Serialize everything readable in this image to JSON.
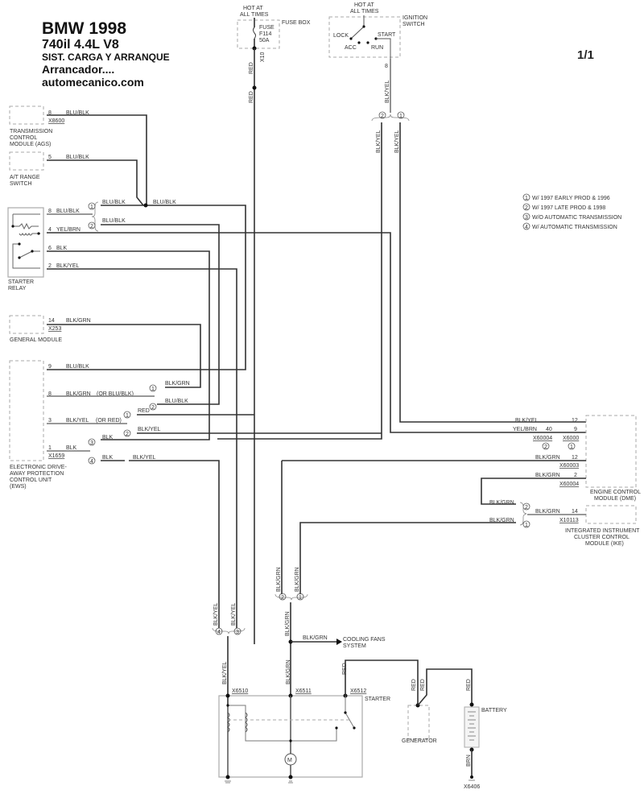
{
  "header": {
    "brand": "BMW 1998",
    "model": "740il  4.4L  V8",
    "system": "SIST. CARGA Y ARRANQUE",
    "subtitle": "Arrancador....",
    "site": "automecanico.com",
    "page": "1/1"
  },
  "legend": [
    {
      "num": "1",
      "text": "W/ 1997 EARLY PROD & 1996"
    },
    {
      "num": "2",
      "text": "W/ 1997 LATE PROD & 1998"
    },
    {
      "num": "3",
      "text": "W/O AUTOMATIC TRANSMISSION"
    },
    {
      "num": "4",
      "text": "W/ AUTOMATIC TRANSMISSION"
    }
  ],
  "fusebox": {
    "hot": [
      "HOT AT",
      "ALL TIMES"
    ],
    "label": "FUSE BOX",
    "fuse": [
      "FUSE",
      "F114",
      "50A"
    ],
    "connector": "X10",
    "wire": "RED"
  },
  "ignition": {
    "hot": [
      "HOT AT",
      "ALL TIMES"
    ],
    "label": [
      "IGNITION",
      "SWITCH"
    ],
    "positions": [
      "LOCK",
      "ACC",
      "RUN",
      "START"
    ],
    "pin": "8",
    "wire": "BLK/YEL"
  },
  "components": {
    "tcm": {
      "label": [
        "TRANSMISSION",
        "CONTROL",
        "MODULE (AGS)"
      ],
      "pin": "8",
      "wire": "BLU/BLK",
      "connector": "X8600"
    },
    "range": {
      "label": [
        "A/T RANGE",
        "SWITCH"
      ],
      "pin": "5",
      "wire": "BLU/BLK"
    },
    "relay": {
      "label": [
        "STARTER",
        "RELAY"
      ],
      "pins": [
        {
          "pin": "8",
          "wire": "BLU/BLK"
        },
        {
          "pin": "4",
          "wire": "YEL/BRN"
        },
        {
          "pin": "6",
          "wire": "BLK"
        },
        {
          "pin": "2",
          "wire": "BLK/YEL"
        }
      ]
    },
    "gm": {
      "label": "GENERAL MODULE",
      "pin": "14",
      "wire": "BLK/GRN",
      "connector": "X253"
    },
    "ews": {
      "label": [
        "ELECTRONIC DRIVE-",
        "AWAY PROTECTION",
        "CONTROL UNIT",
        "(EWS)"
      ],
      "connector": "X1659",
      "pins": [
        {
          "pin": "9",
          "wire": "BLU/BLK",
          "note": ""
        },
        {
          "pin": "8",
          "wire": "BLK/GRN",
          "note": "(OR BLU/BLK)"
        },
        {
          "pin": "3",
          "wire": "BLK/YEL",
          "note": "(OR RED)"
        },
        {
          "pin": "1",
          "wire": "BLK",
          "note": ""
        }
      ]
    },
    "dme": {
      "label": [
        "ENGINE CONTROL",
        "MODULE (DME)"
      ],
      "rows": [
        {
          "wire": "BLK/YEL",
          "pin": "12"
        },
        {
          "wire": "YEL/BRN",
          "pin2": "40",
          "pin": "9"
        },
        {
          "wire": "BLK/GRN",
          "pin": "12",
          "connector": "X60003"
        },
        {
          "wire": "BLK/GRN",
          "pin": "2",
          "connector": "X60004"
        }
      ],
      "conn_a": "X60004",
      "conn_b": "X6000"
    },
    "ike": {
      "label": [
        "INTEGRATED INSTRUMENT",
        "CLUSTER CONTROL",
        "MODULE (IKE)"
      ],
      "wire": "BLK/GRN",
      "pin": "14",
      "connector": "X10113"
    },
    "starter": {
      "label": "STARTER",
      "connectors": [
        "X6510",
        "X6511",
        "X6512"
      ],
      "motor": "M"
    },
    "generator": {
      "label": "GENERATOR"
    },
    "battery": {
      "label": "BATTERY",
      "ground": "X6406"
    },
    "cooling": {
      "label": [
        "COOLING FANS",
        "SYSTEM"
      ],
      "wire": "BLK/GRN"
    }
  },
  "wires": {
    "blu_blk": "BLU/BLK",
    "blk_grn": "BLK/GRN",
    "blk_yel": "BLK/YEL",
    "red": "RED",
    "blk": "BLK",
    "brn": "BRN"
  }
}
